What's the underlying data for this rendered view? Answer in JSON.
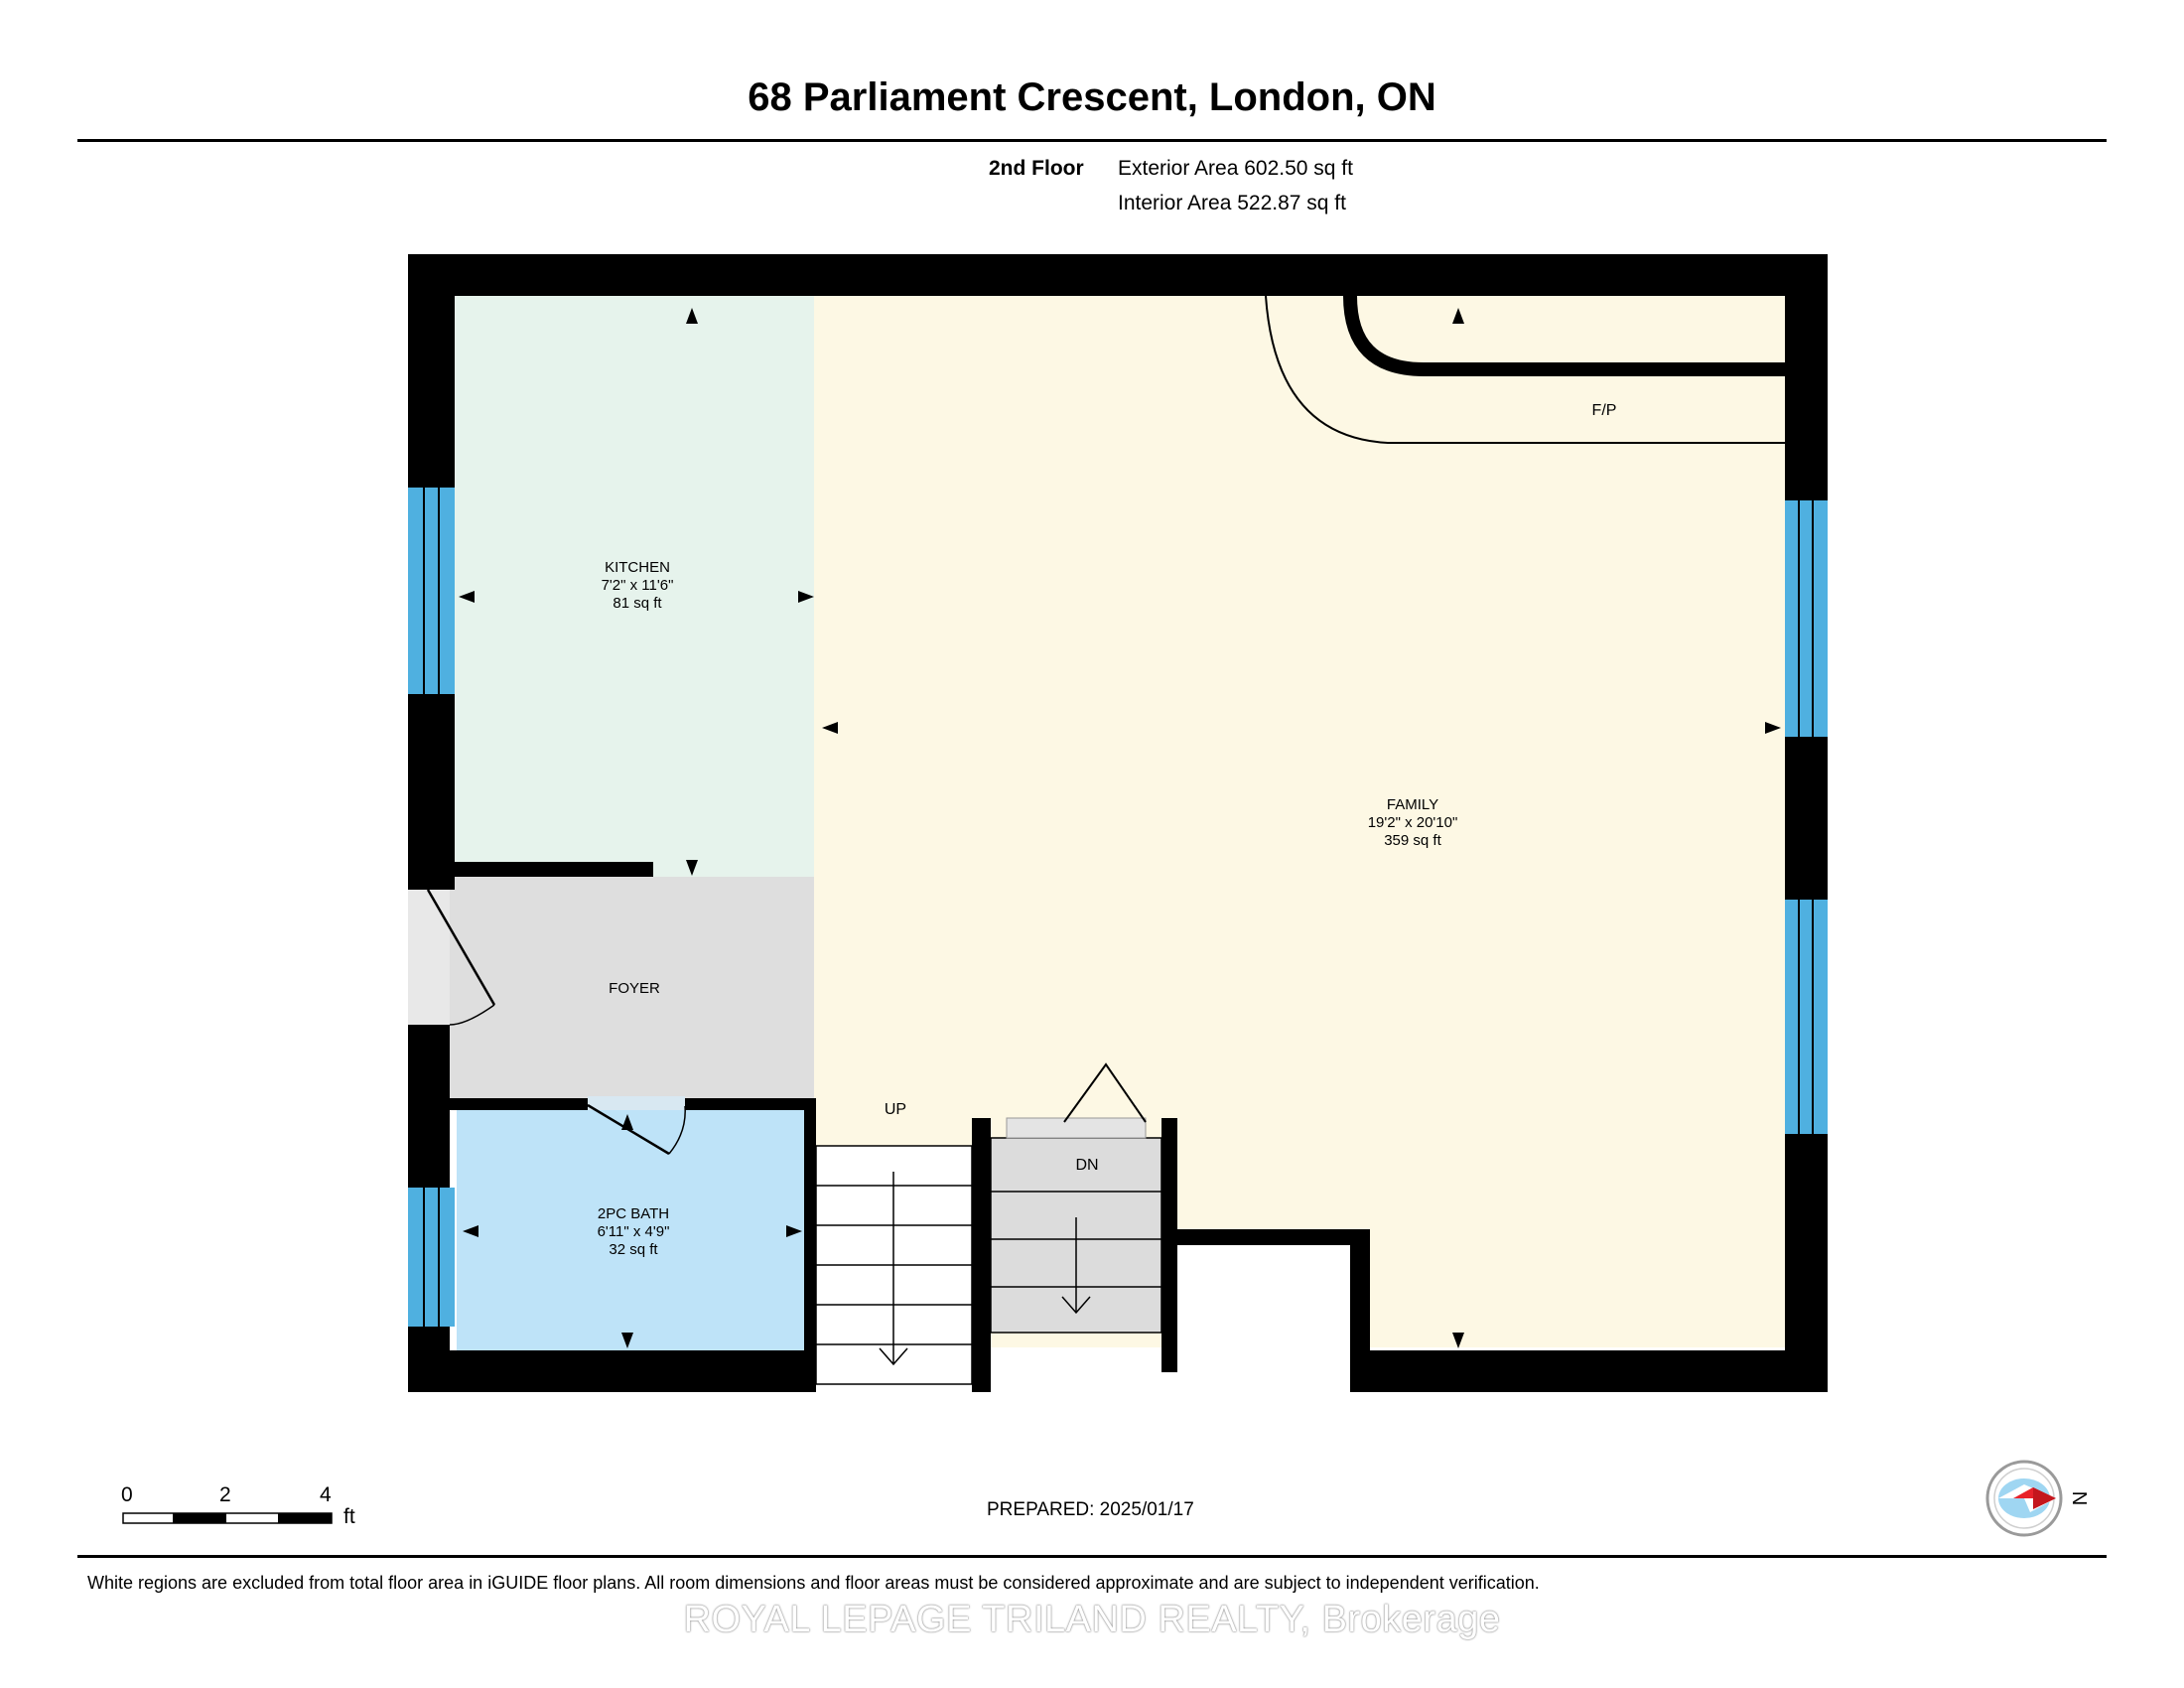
{
  "header": {
    "address": "68 Parliament Crescent, London, ON",
    "floor": "2nd Floor",
    "exterior_area": "Exterior Area 602.50 sq ft",
    "interior_area": "Interior Area 522.87 sq ft"
  },
  "rooms": {
    "kitchen": {
      "name": "KITCHEN",
      "dims": "7'2\" x 11'6\"",
      "area": "81 sq ft"
    },
    "family": {
      "name": "FAMILY",
      "dims": "19'2\" x 20'10\"",
      "area": "359 sq ft"
    },
    "foyer": {
      "name": "FOYER"
    },
    "bath": {
      "name": "2PC BATH",
      "dims": "6'11\" x 4'9\"",
      "area": "32 sq ft"
    }
  },
  "labels": {
    "fireplace": "F/P",
    "stairs_up": "UP",
    "stairs_down": "DN"
  },
  "scale": {
    "ticks": [
      "0",
      "2",
      "4"
    ],
    "unit": "ft"
  },
  "compass": {
    "north": "N"
  },
  "footer": {
    "prepared": "PREPARED: 2025/01/17",
    "disclaimer": "White regions are excluded from total floor area in iGUIDE floor plans. All room dimensions and floor areas must be considered approximate and are subject to independent verification.",
    "watermark": "ROYAL LEPAGE TRILAND REALTY, Brokerage"
  },
  "colors": {
    "wall": "#000000",
    "kitchen": "#e6f3ec",
    "family": "#fdf8e4",
    "foyer": "#dedede",
    "bath": "#bee3f8",
    "window": "#4fb0e0",
    "stair_down": "#dcdcdc"
  }
}
